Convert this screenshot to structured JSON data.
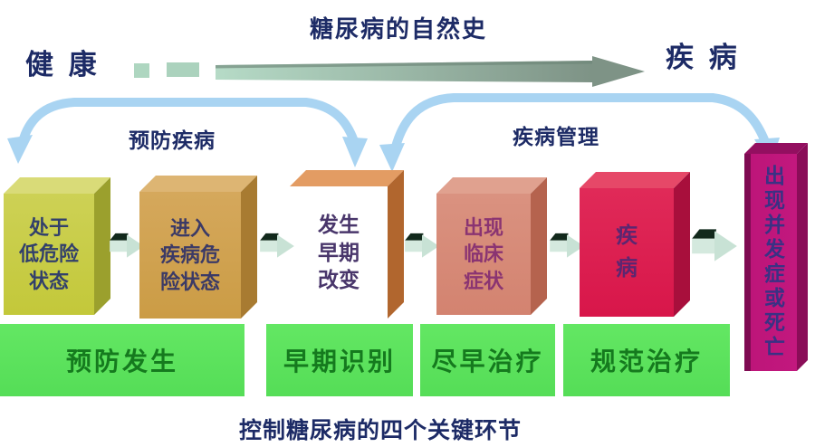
{
  "title": "糖尿病的自然史",
  "endpoints": {
    "healthy": "健 康",
    "disease": "疾 病"
  },
  "phases": {
    "prevention": "预防疾病",
    "management": "疾病管理"
  },
  "stages": [
    {
      "id": "low-risk-state",
      "lines": [
        "处于",
        "低危险",
        "状态"
      ],
      "color": "#c3c83a"
    },
    {
      "id": "enter-risk-state",
      "lines": [
        "进入",
        "疾病危",
        "险状态"
      ],
      "color": "#cb9c45"
    },
    {
      "id": "early-changes",
      "lines": [
        "发生",
        "早期",
        "改变"
      ],
      "color": "#d68442"
    },
    {
      "id": "clinical-symptoms",
      "lines": [
        "出现",
        "临床",
        "症状"
      ],
      "color": "#d38370"
    },
    {
      "id": "disease",
      "lines": [
        "疾",
        "病"
      ],
      "color": "#d8164a"
    }
  ],
  "outcome": {
    "text": "出现并发症或死亡",
    "color": "#c2187e"
  },
  "actions": [
    {
      "label": "预防发生"
    },
    {
      "label": "早期识别"
    },
    {
      "label": "尽早治疗"
    },
    {
      "label": "规范治疗"
    }
  ],
  "caption": "控制糖尿病的四个关键环节",
  "colors": {
    "text_navy": "#1d2b66",
    "bracket_blue": "#a9d4f2",
    "timeline_arrow_start": "#b6dbc7",
    "timeline_arrow_end": "#7e9386",
    "flow_arrow_fill": "#d4e9de",
    "flow_arrow_shadow": "#12291c",
    "action_green": "#59e25b",
    "action_text_green": "#157a1e"
  }
}
